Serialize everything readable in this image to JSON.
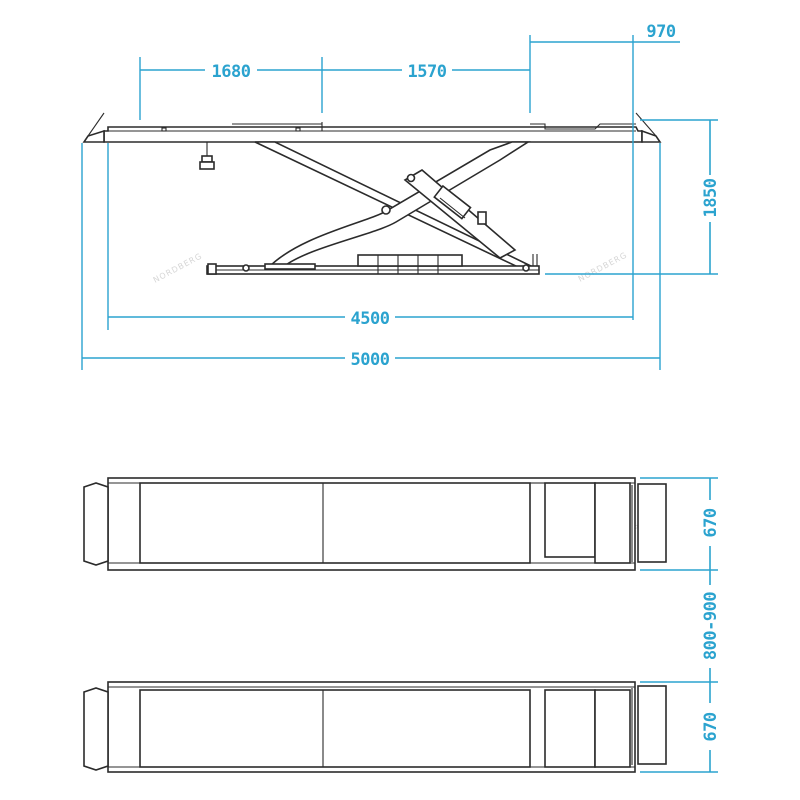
{
  "dimensions": {
    "top_1680": "1680",
    "top_1570": "1570",
    "top_970": "970",
    "right_1850": "1850",
    "width_4500": "4500",
    "width_5000": "5000",
    "plan_670_a": "670",
    "plan_gap": "800-900",
    "plan_670_b": "670"
  },
  "watermark": "NORDBERG",
  "colors": {
    "dimension_blue": "#2ba3cf",
    "line_dark": "#2b2b2b",
    "background": "#ffffff"
  }
}
